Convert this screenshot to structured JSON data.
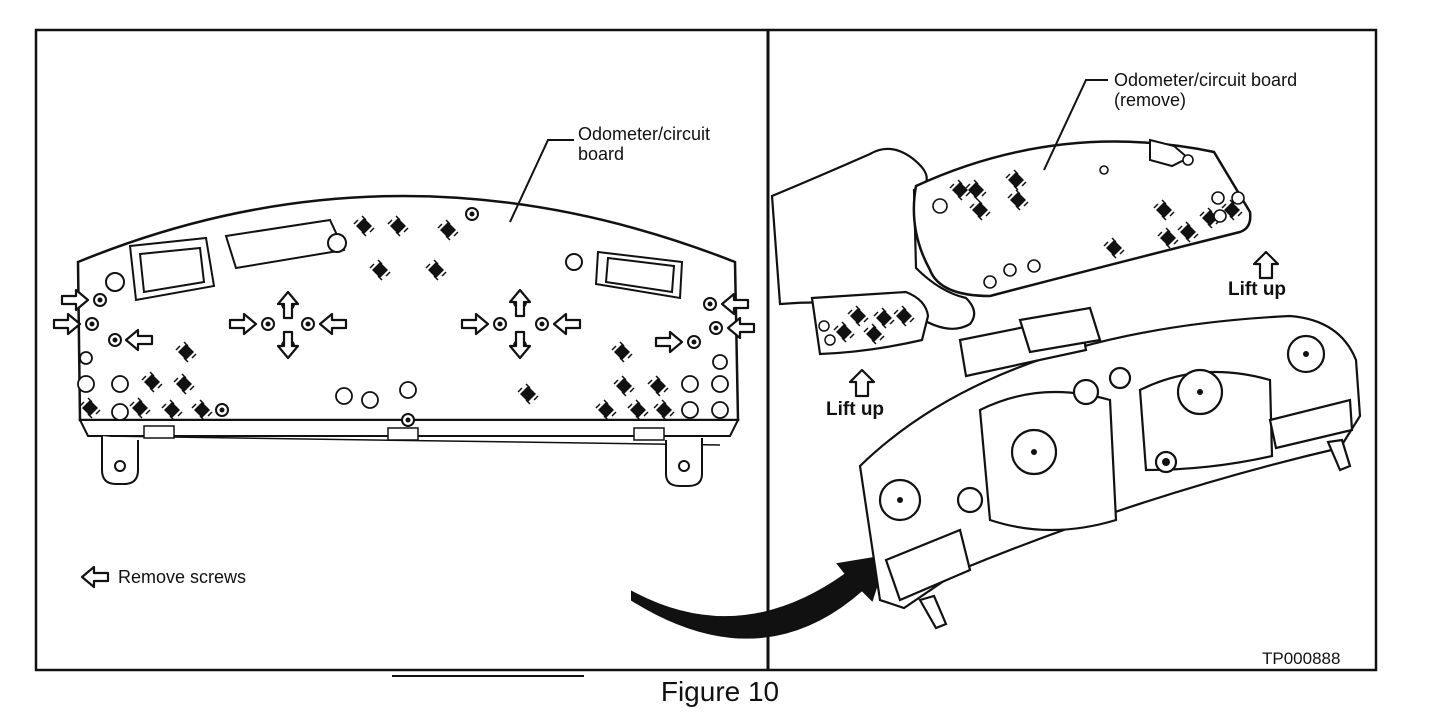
{
  "left_panel": {
    "callout": "Odometer/circuit\nboard",
    "legend_label": "Remove screws"
  },
  "right_panel": {
    "callout": "Odometer/circuit board\n(remove)",
    "lift_up_right": "Lift up",
    "lift_up_left": "Lift up"
  },
  "figure_code": "TP000888",
  "caption": "Figure 10"
}
